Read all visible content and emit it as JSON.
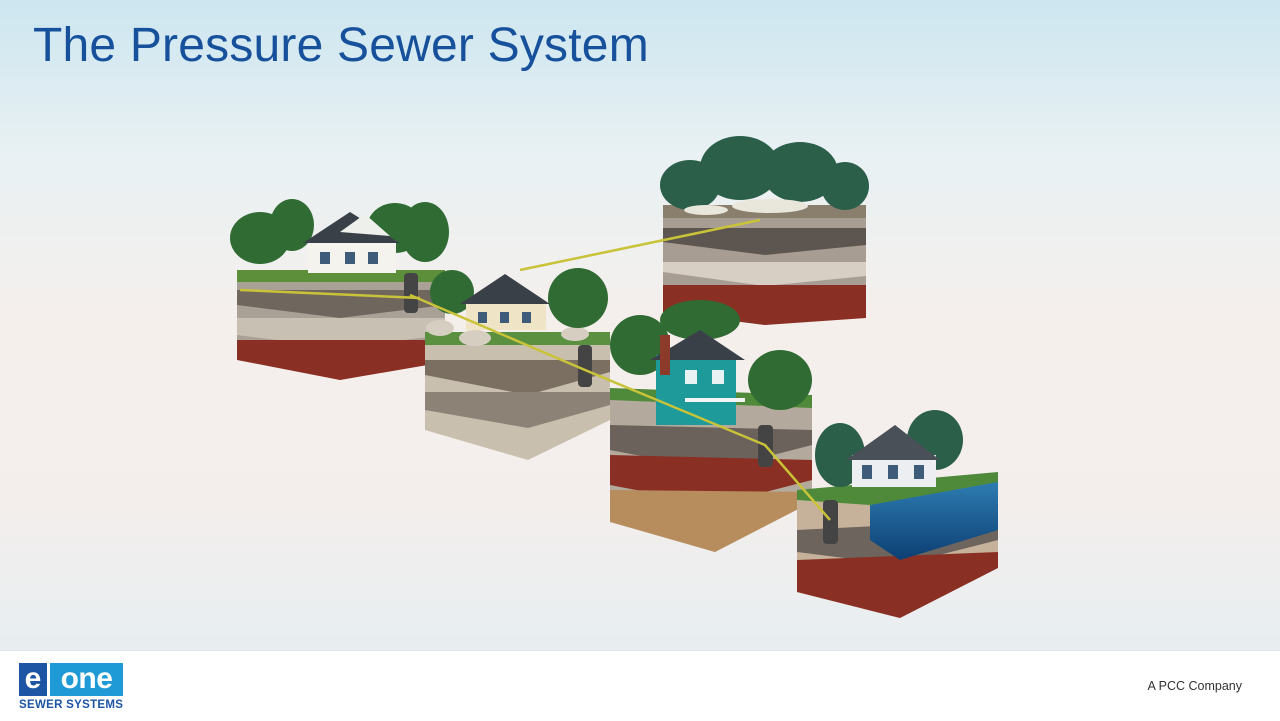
{
  "slide": {
    "title": "The Pressure Sewer System"
  },
  "illustration": {
    "description_icon": "pressure-sewer-landscape-illustration"
  },
  "footer": {
    "logo_letter": "e",
    "logo_word": "one",
    "logo_tagline": "SEWER SYSTEMS",
    "company_text": "A PCC Company"
  },
  "colors": {
    "title": "#17519b",
    "logo_dark_blue": "#1b55a3",
    "logo_light_blue": "#1f9ad6"
  }
}
